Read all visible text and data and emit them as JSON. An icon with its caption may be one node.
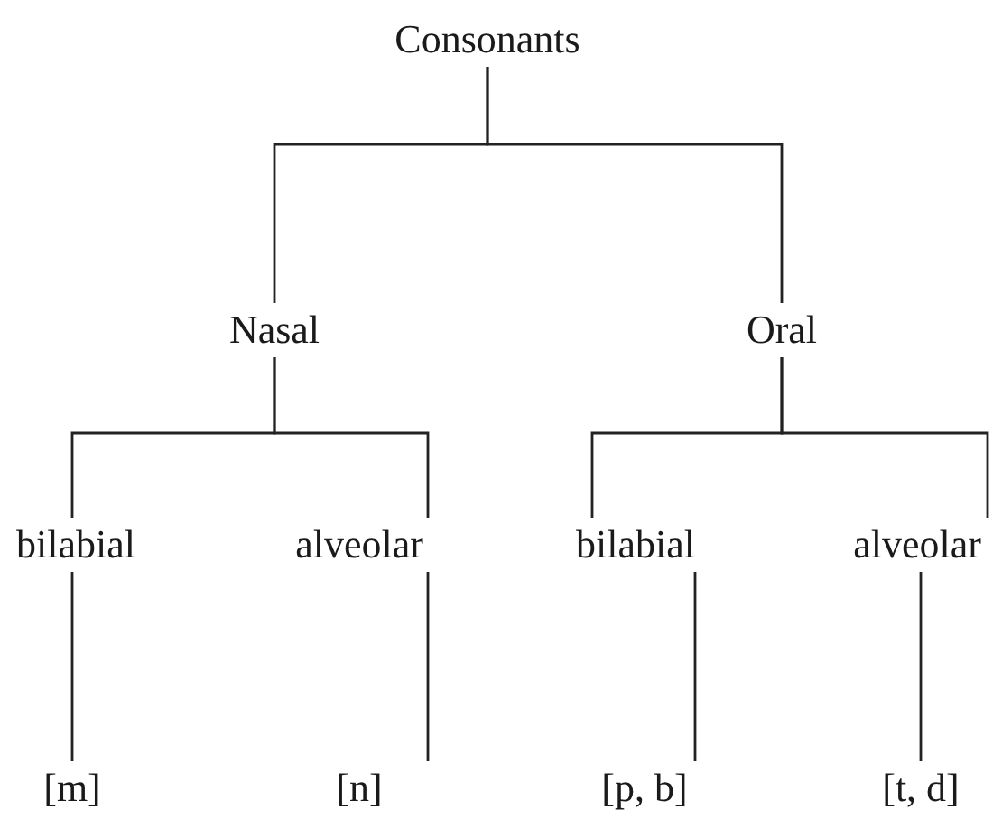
{
  "diagram": {
    "nodes": [
      {
        "text": [
          "Consonants"
        ]
      },
      {
        "text": [
          "Nasal"
        ]
      },
      {
        "text": [
          "Oral"
        ]
      },
      {
        "text": [
          "bilabial"
        ]
      },
      {
        "text": [
          "alveolar"
        ]
      },
      {
        "text": [
          "bilabial"
        ]
      },
      {
        "text": [
          "alveolar"
        ]
      },
      {
        "text": [
          "[m]"
        ]
      },
      {
        "text": [
          "[n]"
        ]
      },
      {
        "text": [
          "[p, b]"
        ]
      },
      {
        "text": [
          "[t, d]"
        ]
      }
    ],
    "edges": [
      {
        "from": 0,
        "to": 1,
        "arrow": "none"
      },
      {
        "from": 0,
        "to": 2,
        "arrow": "none"
      },
      {
        "from": 1,
        "to": 3,
        "arrow": "none"
      },
      {
        "from": 1,
        "to": 4,
        "arrow": "none"
      },
      {
        "from": 2,
        "to": 5,
        "arrow": "none"
      },
      {
        "from": 2,
        "to": 6,
        "arrow": "none"
      },
      {
        "from": 3,
        "to": 7,
        "arrow": "none"
      },
      {
        "from": 4,
        "to": 8,
        "arrow": "none"
      },
      {
        "from": 5,
        "to": 9,
        "arrow": "none"
      },
      {
        "from": 6,
        "to": 10,
        "arrow": "none"
      }
    ]
  }
}
